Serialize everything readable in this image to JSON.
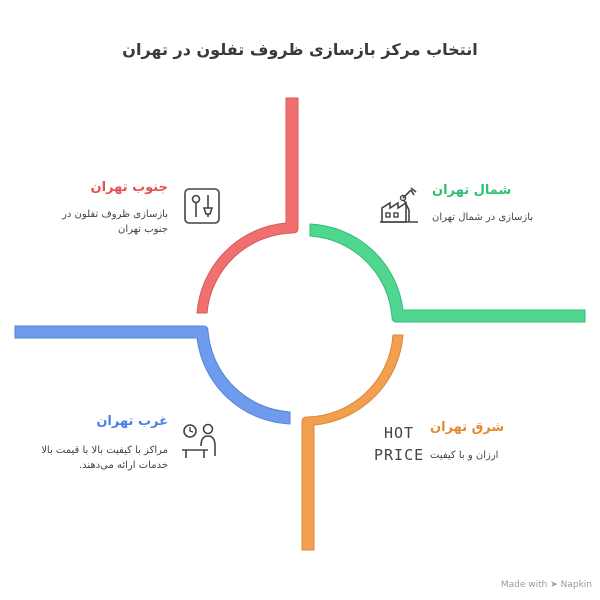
{
  "title": "انتخاب مرکز بازسازی ظروف تفلون در تهران",
  "colors": {
    "south": "#f07070",
    "north": "#4fd68f",
    "west": "#6f9bef",
    "east": "#f2a04f"
  },
  "quadrants": {
    "south": {
      "heading": "جنوب تهران",
      "desc_line1": "بازسازی ظروف تفلون در",
      "desc_line2": "جنوب تهران",
      "icon": "tools-icon"
    },
    "north": {
      "heading": "شمال تهران",
      "desc": "بازسازی در شمال تهران",
      "icon": "factory-robot-icon"
    },
    "west": {
      "heading": "غرب تهران",
      "desc_line1": "مراکز با کیفیت بالا با قیمت بالا",
      "desc_line2": "خدمات ارائه می‌دهند.",
      "icon": "person-clock-icon"
    },
    "east": {
      "heading": "شرق تهران",
      "desc": "ارزان و با کیفیت",
      "icon_line1": "HOT",
      "icon_line2": "PRICE"
    }
  },
  "watermark": "Made with ➤ Napkin"
}
